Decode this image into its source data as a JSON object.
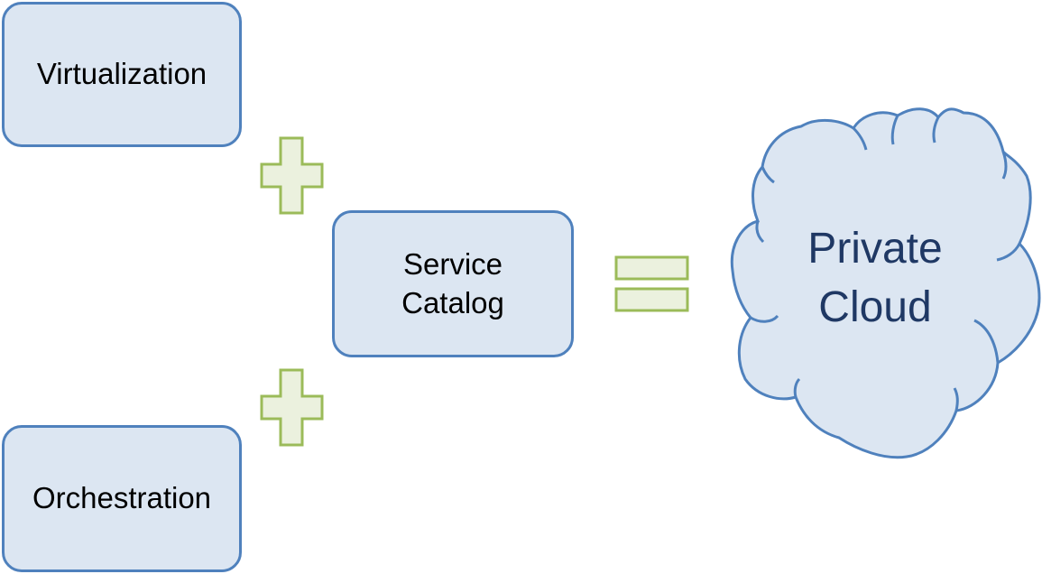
{
  "diagram": {
    "virtualization": {
      "label": "Virtualization"
    },
    "orchestration": {
      "label": "Orchestration"
    },
    "service_catalog": {
      "line1": "Service",
      "line2": "Catalog"
    },
    "private_cloud": {
      "line1": "Private",
      "line2": "Cloud"
    },
    "operators": {
      "plus": "+",
      "equals": "="
    }
  },
  "colors": {
    "box_fill": "#dce6f2",
    "box_stroke": "#4f81bd",
    "operator_fill": "#ebf1de",
    "operator_stroke": "#9bbb59",
    "cloud_text": "#1f3864"
  }
}
